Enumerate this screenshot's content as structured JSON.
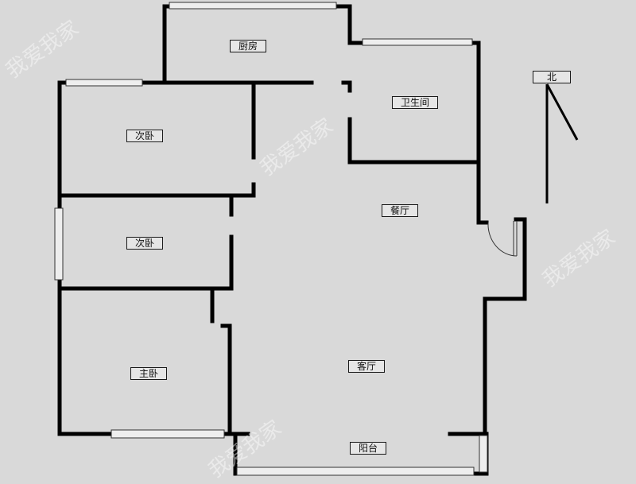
{
  "rooms": {
    "kitchen": "厨房",
    "bathroom": "卫生间",
    "bedroom_upper": "次卧",
    "bedroom_middle": "次卧",
    "dining": "餐厅",
    "master_bedroom": "主卧",
    "living": "客厅",
    "balcony": "阳台"
  },
  "compass": {
    "north": "北"
  },
  "watermark": "我爱我家",
  "colors": {
    "background": "#d9d9d9",
    "wall": "#000000",
    "window": "#eeeeee"
  }
}
